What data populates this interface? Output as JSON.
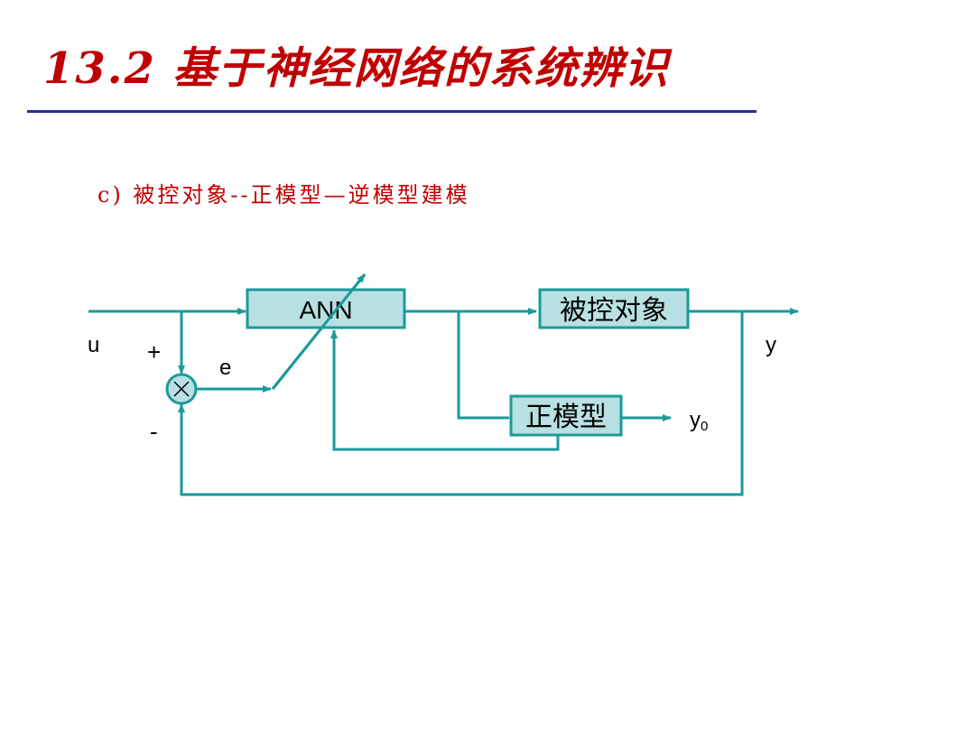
{
  "slide": {
    "title": "13.2 基于神经网络的系统辨识",
    "subtitle": "c) 被控对象--正模型—逆模型建模"
  },
  "diagram": {
    "blocks": {
      "ann": "ANN",
      "plant": "被控对象",
      "forward_model": "正模型"
    },
    "signals": {
      "input": "u",
      "output": "y",
      "error": "e",
      "model_output_base": "y",
      "model_output_sub": "0",
      "plus_sign": "+",
      "minus_sign": "-"
    },
    "colors": {
      "line": "#1a9a9a",
      "block_fill": "#b9e0e3",
      "block_border": "#1a9a9a",
      "title": "#c00000",
      "rule": "#2b2f8f"
    }
  }
}
